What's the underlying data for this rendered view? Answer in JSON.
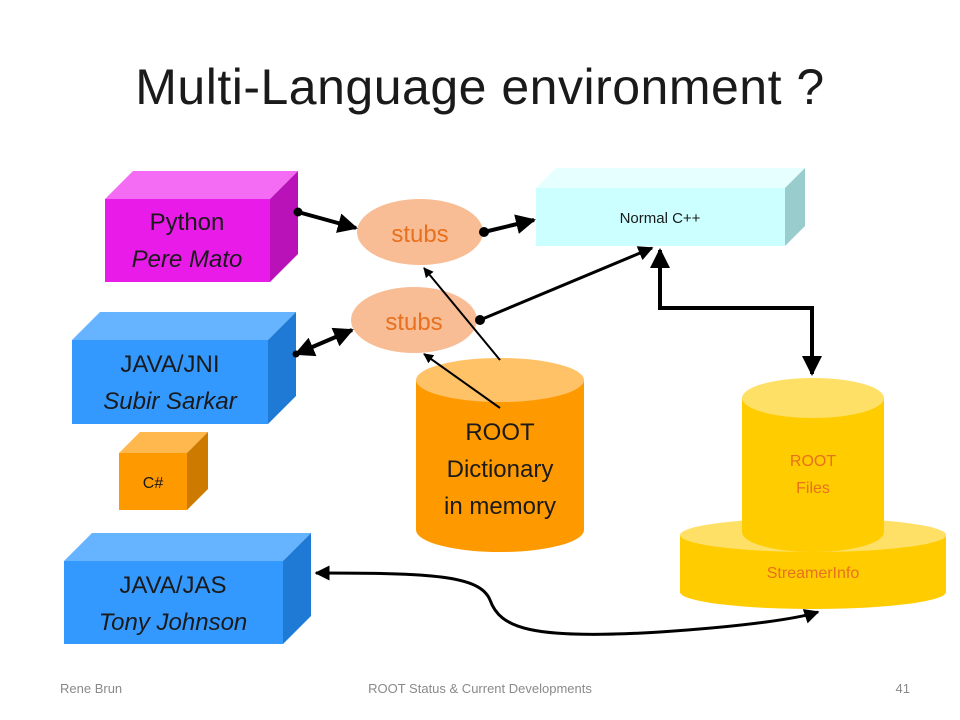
{
  "slide": {
    "title": "Multi-Language environment ?",
    "footer": {
      "author": "Rene Brun",
      "presentation": "ROOT Status & Current Developments",
      "page_number": "41"
    }
  },
  "boxes": {
    "python": {
      "name": "Python",
      "person": "Pere Mato"
    },
    "java_jni": {
      "name": "JAVA/JNI",
      "person": "Subir Sarkar"
    },
    "csharp": {
      "name": "C#"
    },
    "java_jas": {
      "name": "JAVA/JAS",
      "person": "Tony Johnson"
    },
    "normal_cpp": {
      "name": "Normal C++"
    }
  },
  "stubs": {
    "top": "stubs",
    "bottom": "stubs"
  },
  "root_dictionary": {
    "line1": "ROOT",
    "line2": "Dictionary",
    "line3": "in memory"
  },
  "root_files": {
    "line1": "ROOT",
    "line2": "Files"
  },
  "streamer_info": {
    "label": "StreamerInfo"
  },
  "colors": {
    "python": "#e81be8",
    "java": "#3399ff",
    "csharp": "#ff9900",
    "normal_cpp": "#ccffff",
    "stubs": "#f8bd94",
    "dictionary": "#ff9900",
    "root_files": "#ffcc00"
  }
}
